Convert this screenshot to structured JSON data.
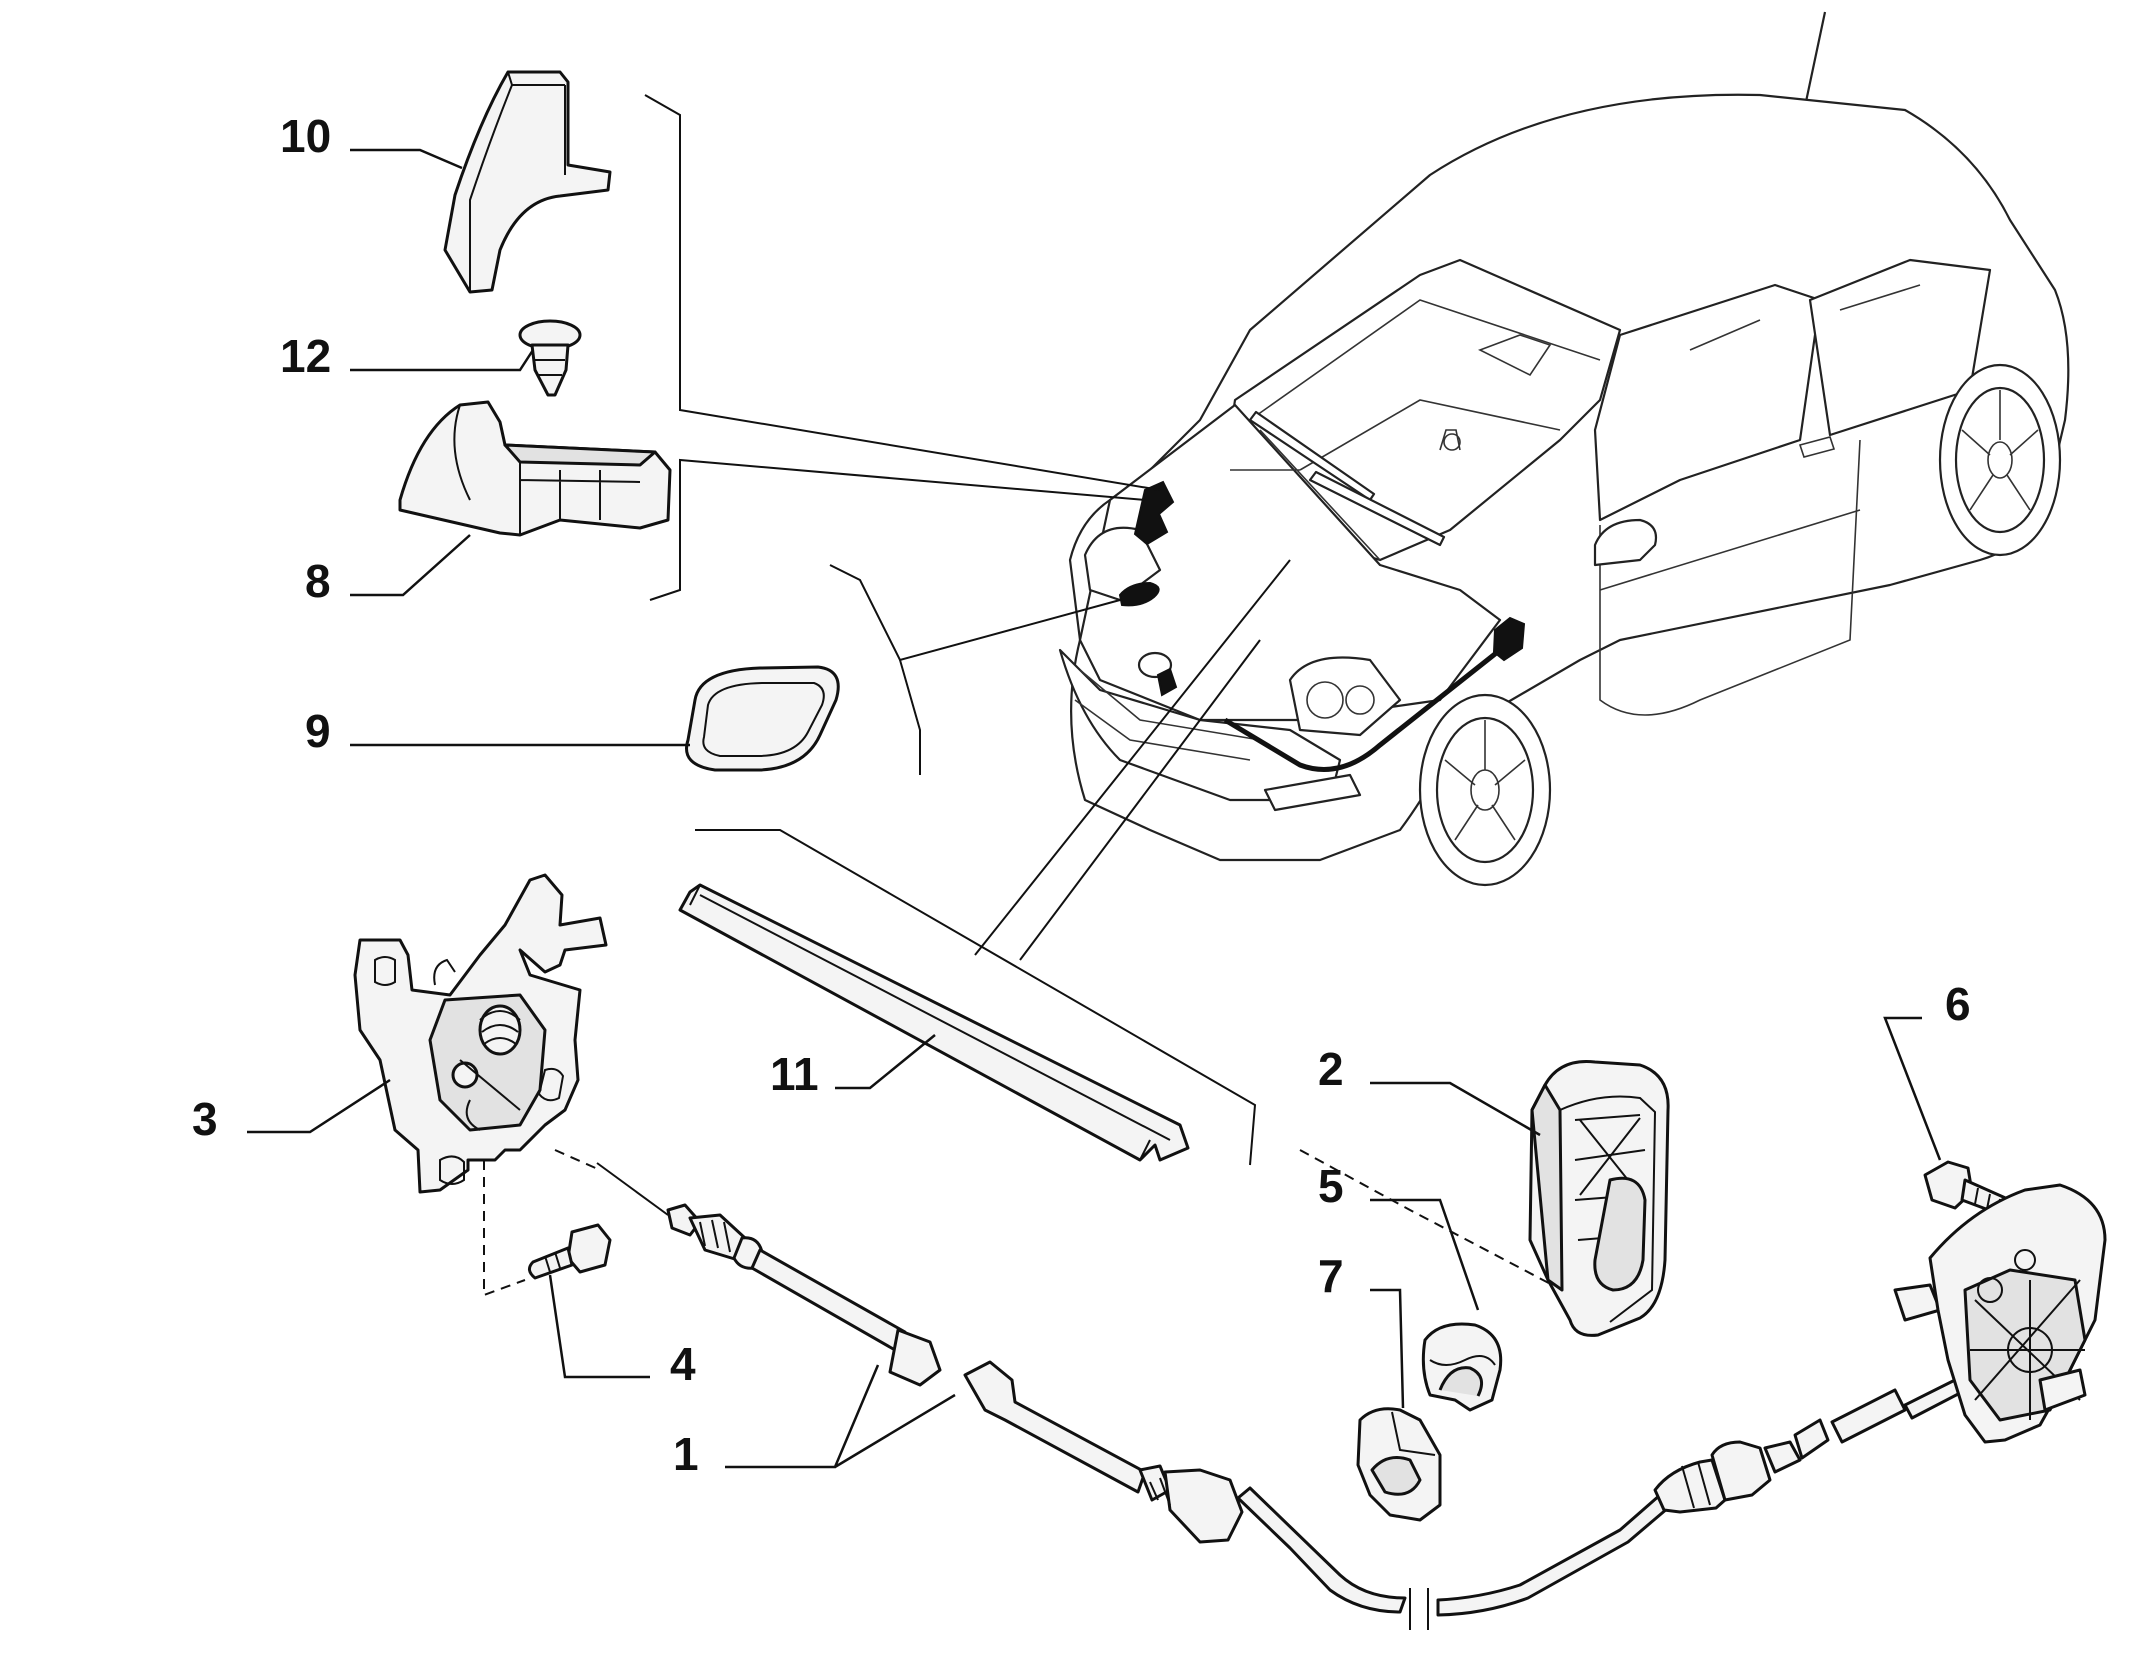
{
  "callouts": [
    {
      "id": "10",
      "text": "10"
    },
    {
      "id": "12",
      "text": "12"
    },
    {
      "id": "8",
      "text": "8"
    },
    {
      "id": "9",
      "text": "9"
    },
    {
      "id": "3",
      "text": "3"
    },
    {
      "id": "4",
      "text": "4"
    },
    {
      "id": "1",
      "text": "1"
    },
    {
      "id": "11",
      "text": "11"
    },
    {
      "id": "2",
      "text": "2"
    },
    {
      "id": "5",
      "text": "5"
    },
    {
      "id": "7",
      "text": "7"
    },
    {
      "id": "6",
      "text": "6"
    }
  ]
}
